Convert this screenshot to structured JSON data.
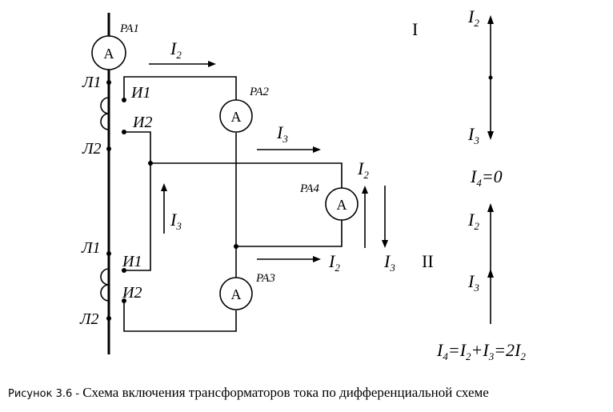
{
  "labels": {
    "ammeters": {
      "pa1": "PA1",
      "pa2": "PA2",
      "pa3": "PA3",
      "pa4": "PA4",
      "symbol": "A"
    },
    "terminals": {
      "l1": "Л1",
      "l2": "Л2",
      "i1": "И1",
      "i2": "И2"
    },
    "currents": {
      "i2_main": "I",
      "i2_sub": "2",
      "i3_main": "I",
      "i3_sub": "3",
      "i4_main": "I",
      "i4_sub": "4"
    },
    "cases": {
      "case1": "I",
      "case2": "II"
    },
    "equations": {
      "eq1_rhs": "=0",
      "eq2_eq1": "=",
      "eq2_plus": "+",
      "eq2_eq2": "=2"
    }
  },
  "caption": {
    "prefix": "Рисунок 3.6 - ",
    "text": "Схема включения трансформаторов тока по дифференциальной схеме"
  }
}
